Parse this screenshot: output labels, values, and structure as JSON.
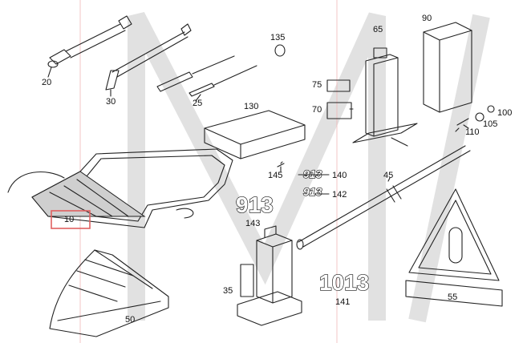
{
  "callouts": [
    {
      "id": "20",
      "text": "20"
    },
    {
      "id": "30",
      "text": "30"
    },
    {
      "id": "25",
      "text": "25"
    },
    {
      "id": "135",
      "text": "135"
    },
    {
      "id": "65",
      "text": "65"
    },
    {
      "id": "90",
      "text": "90"
    },
    {
      "id": "75",
      "text": "75"
    },
    {
      "id": "70",
      "text": "70"
    },
    {
      "id": "130",
      "text": "130"
    },
    {
      "id": "100",
      "text": "100"
    },
    {
      "id": "105",
      "text": "105"
    },
    {
      "id": "110",
      "text": "110"
    },
    {
      "id": "145",
      "text": "145"
    },
    {
      "id": "140",
      "text": "140"
    },
    {
      "id": "45",
      "text": "45"
    },
    {
      "id": "142",
      "text": "142"
    },
    {
      "id": "143",
      "text": "143"
    },
    {
      "id": "10",
      "text": "10"
    },
    {
      "id": "35",
      "text": "35"
    },
    {
      "id": "141",
      "text": "141"
    },
    {
      "id": "50",
      "text": "50"
    },
    {
      "id": "55",
      "text": "55"
    }
  ],
  "emblems": {
    "e913_large": "913",
    "e913_small": "913",
    "e913_small2": "913",
    "e1013": "1013"
  },
  "highlight": {
    "target": "10",
    "color": "#e06060"
  }
}
